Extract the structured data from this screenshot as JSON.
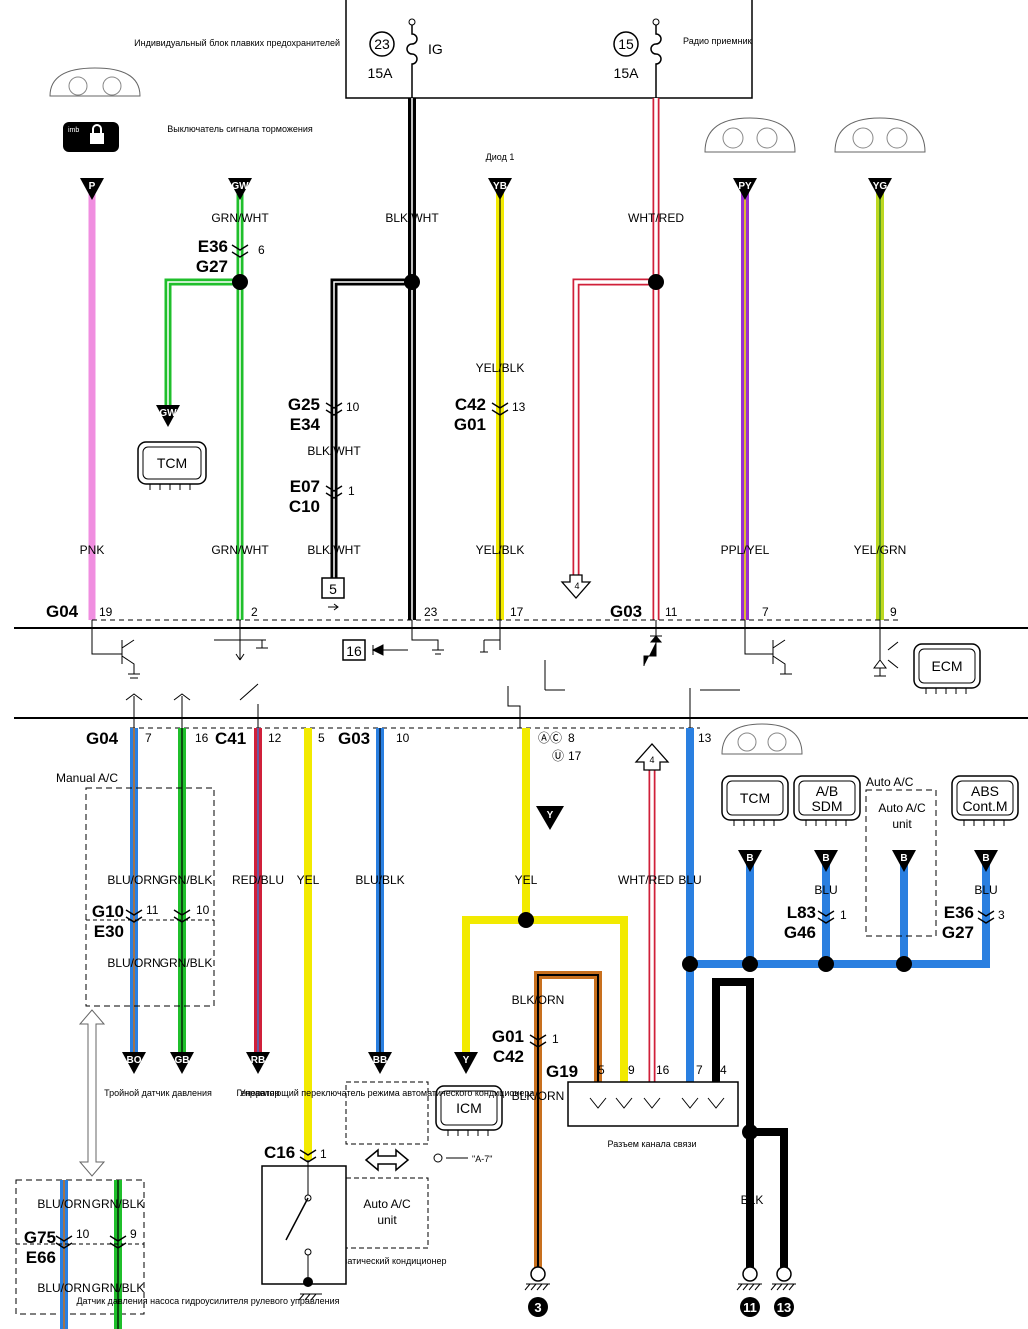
{
  "fuse_box": {
    "title": "Индивидуальный блок плавких предохранителей",
    "fuse1": {
      "number": "23",
      "rating": "15A",
      "label": "IG"
    },
    "fuse2": {
      "number": "15",
      "rating": "15A",
      "label": "Радио приемник"
    }
  },
  "top_components": {
    "brake_switch": "Выключатель сигнала торможения",
    "diode": "Диод 1",
    "imb_icon": "imb"
  },
  "top_terminals": [
    "P",
    "GW",
    "YB",
    "PY",
    "YG"
  ],
  "wire_colors_top": {
    "grn_wht": "GRN/WHT",
    "blk_wht": "BLK/WHT",
    "yel_blk": "YEL/BLK",
    "wht_red": "WHT/RED",
    "pnk": "PNK",
    "ppl_yel": "PPL/YEL",
    "yel_grn": "YEL/GRN"
  },
  "connectors_top": {
    "e36_g27": {
      "a": "E36",
      "b": "G27",
      "pin": "6"
    },
    "g25_e34": {
      "a": "G25",
      "b": "E34",
      "pin": "10"
    },
    "e07_c10": {
      "a": "E07",
      "b": "C10",
      "pin": "1"
    },
    "c42_g01": {
      "a": "C42",
      "b": "G01",
      "pin": "13"
    }
  },
  "tcm_label": "TCM",
  "ref_boxes": {
    "five": "5",
    "sixteen": "16",
    "four": "4"
  },
  "ecm": {
    "label": "ECM",
    "g04": "G04",
    "g03": "G03",
    "top_pins": [
      "19",
      "2",
      "23",
      "17",
      "11",
      "7",
      "9"
    ],
    "bottom_conn_g04": "G04",
    "bottom_conn_c41": "C41",
    "bottom_conn_g03": "G03",
    "bottom_pins": [
      "7",
      "16",
      "12",
      "5",
      "10",
      "8",
      "17",
      "13"
    ],
    "ac_marks": "ⒶⒸ",
    "u_mark": "Ⓤ"
  },
  "bottom_wires": {
    "blu_orn": "BLU/ORN",
    "grn_blk": "GRN/BLK",
    "red_blu": "RED/BLU",
    "yel": "YEL",
    "blu_blk": "BLU/BLK",
    "wht_red": "WHT/RED",
    "blu": "BLU",
    "blk_orn": "BLK/ORN",
    "blk": "BLK"
  },
  "manual_ac": "Manual A/C",
  "auto_ac": "Auto A/C",
  "auto_ac_unit": "Auto A/C unit",
  "connectors_bottom": {
    "g10_e30": {
      "a": "G10",
      "b": "E30",
      "pin1": "11",
      "pin2": "10"
    },
    "l83_g46": {
      "a": "L83",
      "b": "G46",
      "pin": "1"
    },
    "e36_g27": {
      "a": "E36",
      "b": "G27",
      "pin": "3"
    },
    "g01_c42": {
      "a": "G01",
      "b": "C42",
      "pin": "1"
    },
    "g19": {
      "name": "G19",
      "pins": [
        "5",
        "9",
        "16",
        "7",
        "4"
      ]
    },
    "g75_e66": {
      "a": "G75",
      "b": "E66",
      "pin1": "10",
      "pin2": "9"
    },
    "c16": {
      "name": "C16",
      "pin": "1"
    }
  },
  "modules": {
    "tcm": "TCM",
    "ab": "A/B",
    "sdm": "SDM",
    "abs": "ABS",
    "cont": "Cont.M",
    "icm": "ICM"
  },
  "bottom_terminals": [
    "BO",
    "GB",
    "RB",
    "BB",
    "Y",
    "B"
  ],
  "descriptions": {
    "triple_sensor": "Тройной датчик давления",
    "generator": "Генератор",
    "ac_mode_switch": "Управляющий переключатель режима автоматического кондиционера",
    "data_link": "Разъем канала связи",
    "auto_conditioner": "Автоматический кондиционер",
    "ps_sensor": "Датчик давления насоса гидроусилителя рулевого управления",
    "icm_ref": "\"A-7\""
  },
  "grounds": [
    "3",
    "11",
    "13"
  ],
  "colors": {
    "pink": "#f08ee0",
    "green": "#1fbf2b",
    "yellow": "#f2ea00",
    "purple": "#9b2fd0",
    "yellowgreen": "#bcd820",
    "blue": "#2a7fe0",
    "red": "#d0203a",
    "orange": "#c8701e"
  }
}
